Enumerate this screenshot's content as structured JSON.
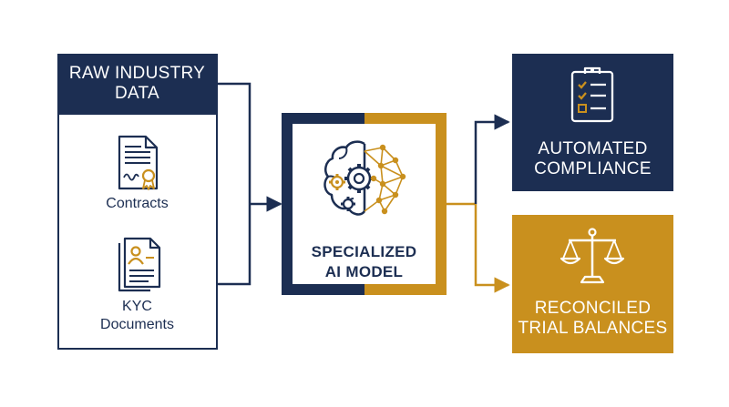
{
  "source": {
    "title_line1": "RAW INDUSTRY",
    "title_line2": "DATA",
    "items": [
      {
        "label_line1": "Contracts",
        "label_line2": "",
        "icon": "contract-document-icon"
      },
      {
        "label_line1": "KYC",
        "label_line2": "Documents",
        "icon": "kyc-profile-document-icon"
      }
    ]
  },
  "model": {
    "label_line1": "SPECIALIZED",
    "label_line2": "AI MODEL",
    "icon": "brain-gears-neural-network-icon"
  },
  "outputs": [
    {
      "label_line1": "AUTOMATED",
      "label_line2": "COMPLIANCE",
      "icon": "checklist-clipboard-icon",
      "color": "#1c2e52"
    },
    {
      "label_line1": "RECONCILED",
      "label_line2": "TRIAL BALANCES",
      "icon": "balance-scale-icon",
      "color": "#c9901e"
    }
  ],
  "colors": {
    "navy": "#1c2e52",
    "gold": "#c9901e",
    "white": "#ffffff"
  }
}
